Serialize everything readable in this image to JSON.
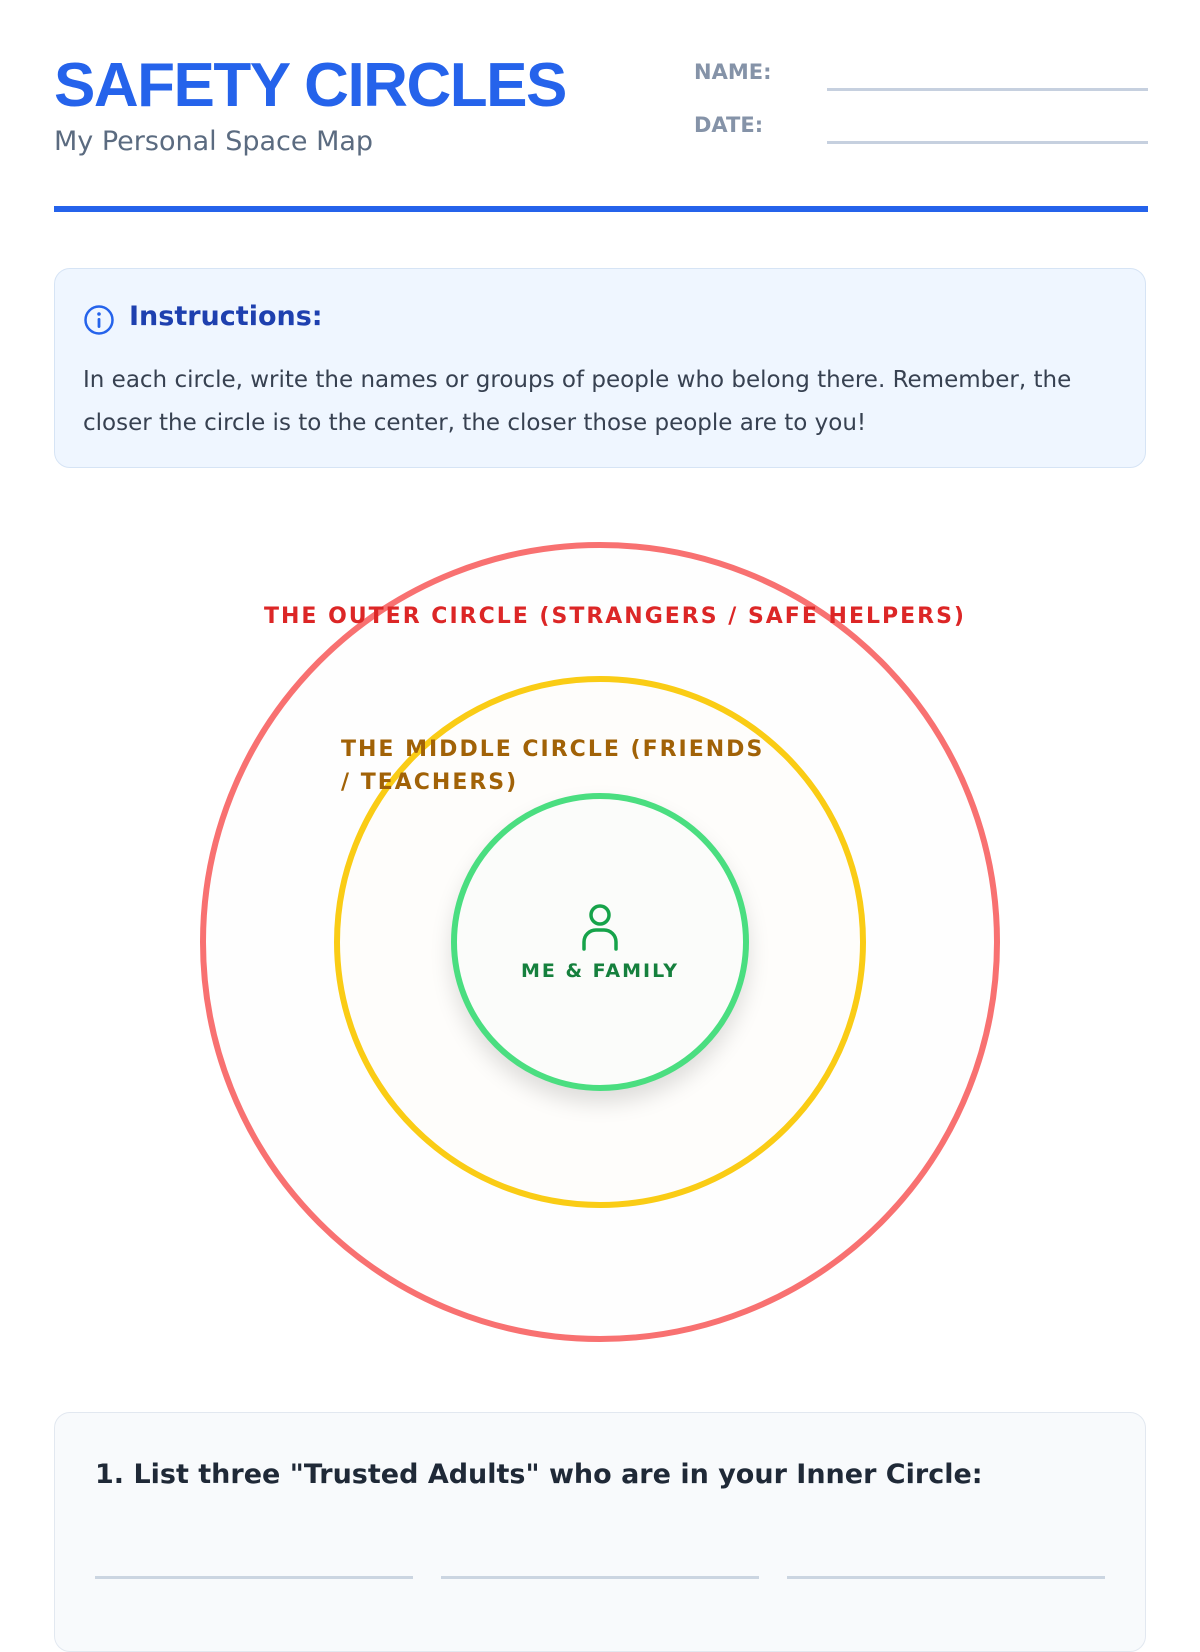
{
  "header": {
    "title": "SAFETY CIRCLES",
    "subtitle": "My Personal Space Map",
    "name_label": "NAME:",
    "date_label": "DATE:",
    "accent_color": "#2563eb"
  },
  "instructions": {
    "icon": "info-icon",
    "heading": "Instructions:",
    "text": "In each circle, write the names or groups of people who belong there. Remember, the closer the circle is to the center, the closer those people are to you!"
  },
  "circles": {
    "outer": {
      "label": "THE OUTER CIRCLE (STRANGERS / SAFE HELPERS)",
      "color": "#f87171"
    },
    "middle": {
      "label": "THE MIDDLE CIRCLE (FRIENDS / TEACHERS)",
      "color": "#facc15"
    },
    "inner": {
      "label": "ME & FAMILY",
      "icon": "person-icon",
      "color": "#4ade80"
    }
  },
  "questions": [
    {
      "text": "1. List three \"Trusted Adults\" who are in your Inner Circle:",
      "answer_lines": 3
    }
  ]
}
